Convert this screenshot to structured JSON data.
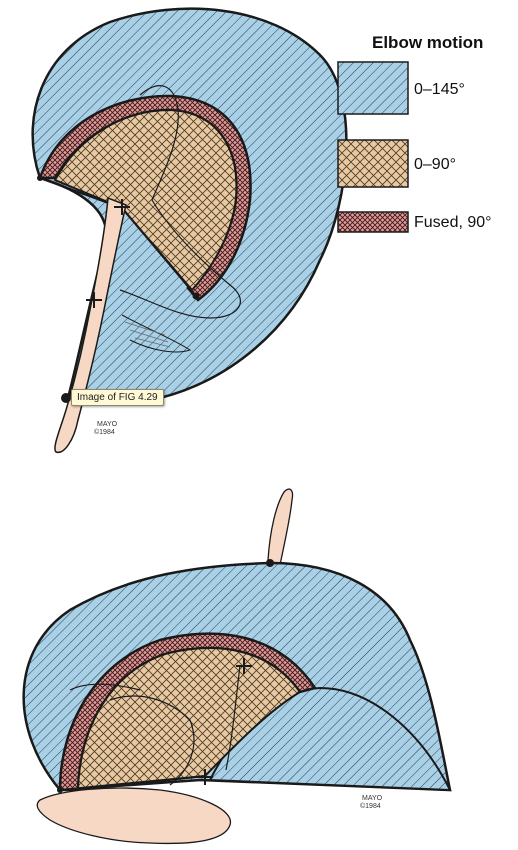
{
  "legend": {
    "title": "Elbow motion",
    "items": [
      {
        "label": "0–145°",
        "pattern": "blue-diagonal-hatch",
        "color": "#a8d0e6"
      },
      {
        "label": "0–90°",
        "pattern": "tan-crosshatch",
        "color": "#e8c9a0"
      },
      {
        "label": "Fused, 90°",
        "pattern": "pink-dense-crosshatch",
        "color": "#e39a98"
      }
    ]
  },
  "tooltip": {
    "text": "Image of FIG 4.29"
  },
  "credits": [
    {
      "line1": "MAYO",
      "line2": "©1984"
    },
    {
      "line1": "MAYO",
      "line2": "©1984"
    }
  ],
  "colors": {
    "blue_fill": "#a8d0e6",
    "tan_fill": "#e8c9a0",
    "pink_fill": "#e39a98",
    "skin": "#f6d8c4",
    "outline": "#1a1a1a"
  }
}
